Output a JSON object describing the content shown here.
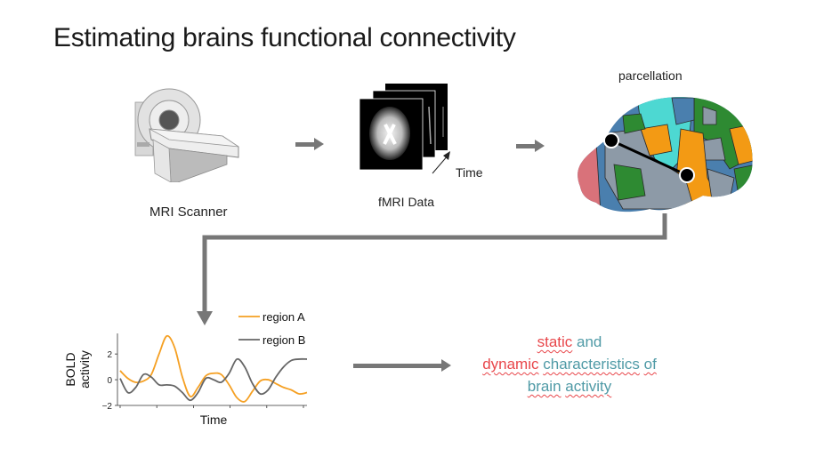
{
  "title": "Estimating brains functional connectivity",
  "pipeline": {
    "scanner_label": "MRI Scanner",
    "fmri_label": "fMRI Data",
    "time_label": "Time",
    "parcellation_label": "parcellation"
  },
  "icons": {
    "scanner": "mri-scanner-icon",
    "fmri": "fmri-stack-icon",
    "brain": "brain-parcellation-icon"
  },
  "result": {
    "line1": [
      {
        "text": "static",
        "style": "red"
      },
      {
        "text": " and",
        "style": "teal"
      }
    ],
    "line2": [
      {
        "text": "dynamic",
        "style": "red"
      },
      {
        "text": " ",
        "style": "teal"
      },
      {
        "text": "characteristics",
        "style": "teal-u"
      },
      {
        "text": " ",
        "style": "teal"
      },
      {
        "text": "of",
        "style": "teal-u"
      }
    ],
    "line3": [
      {
        "text": "brain",
        "style": "teal-u"
      },
      {
        "text": " ",
        "style": "teal"
      },
      {
        "text": "activity",
        "style": "teal-u"
      }
    ]
  },
  "colors": {
    "arrow": "#777777",
    "region_a": "#f5a023",
    "region_b": "#666666",
    "red_text": "#e8474b",
    "teal_text": "#4f9aa6"
  },
  "chart_data": {
    "type": "line",
    "title": "",
    "xlabel": "Time",
    "ylabel": "BOLD activity",
    "ylim": [
      -2,
      3.6
    ],
    "yticks": [
      2,
      0,
      -2
    ],
    "ytick_labels": [
      "2",
      "0",
      "−2"
    ],
    "xticks_count": 6,
    "legend": "top-right",
    "x": [
      0,
      0.5,
      1,
      1.5,
      2,
      2.5,
      3,
      3.5,
      4,
      4.5,
      5,
      5.5,
      6,
      6.5,
      7,
      7.5,
      8,
      8.5,
      9,
      9.5,
      10,
      10.5,
      11,
      11.5,
      12,
      12.5,
      13,
      13.5,
      14,
      14.5,
      15
    ],
    "series": [
      {
        "name": "region A",
        "color": "#f5a023",
        "values": [
          0.7,
          0.1,
          -0.2,
          -0.1,
          0.4,
          2.0,
          3.4,
          2.5,
          0.2,
          -1.3,
          -0.6,
          0.3,
          0.5,
          0.4,
          -0.4,
          -1.4,
          -1.7,
          -0.9,
          -0.1,
          0.0,
          -0.3,
          -0.6,
          -0.8,
          -1.1,
          -1.0
        ]
      },
      {
        "name": "region B",
        "color": "#666666",
        "values": [
          0.1,
          -1.0,
          -0.6,
          0.4,
          0.2,
          -0.4,
          -0.4,
          -0.5,
          -1.0,
          -1.6,
          -1.0,
          0.1,
          0.0,
          -0.2,
          0.5,
          1.6,
          1.0,
          -0.3,
          -1.1,
          -0.8,
          0.2,
          1.0,
          1.5,
          1.6,
          1.6
        ]
      }
    ]
  }
}
